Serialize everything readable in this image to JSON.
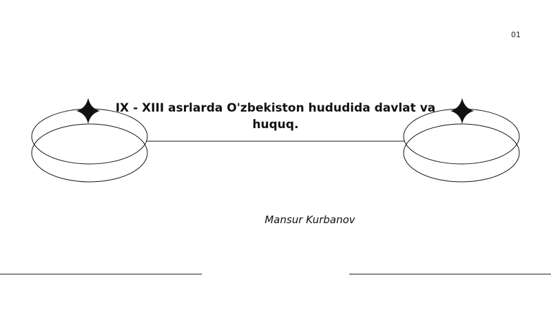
{
  "slide": {
    "page_number": "01",
    "title": "IX - XIII asrlarda O'zbekiston hududida davlat va huquq.",
    "author": "Mansur Kurbanov"
  },
  "decorations": {
    "left_icon": "ring-with-sparkle-icon",
    "right_icon": "ring-with-sparkle-icon",
    "stroke_color": "#111111"
  }
}
